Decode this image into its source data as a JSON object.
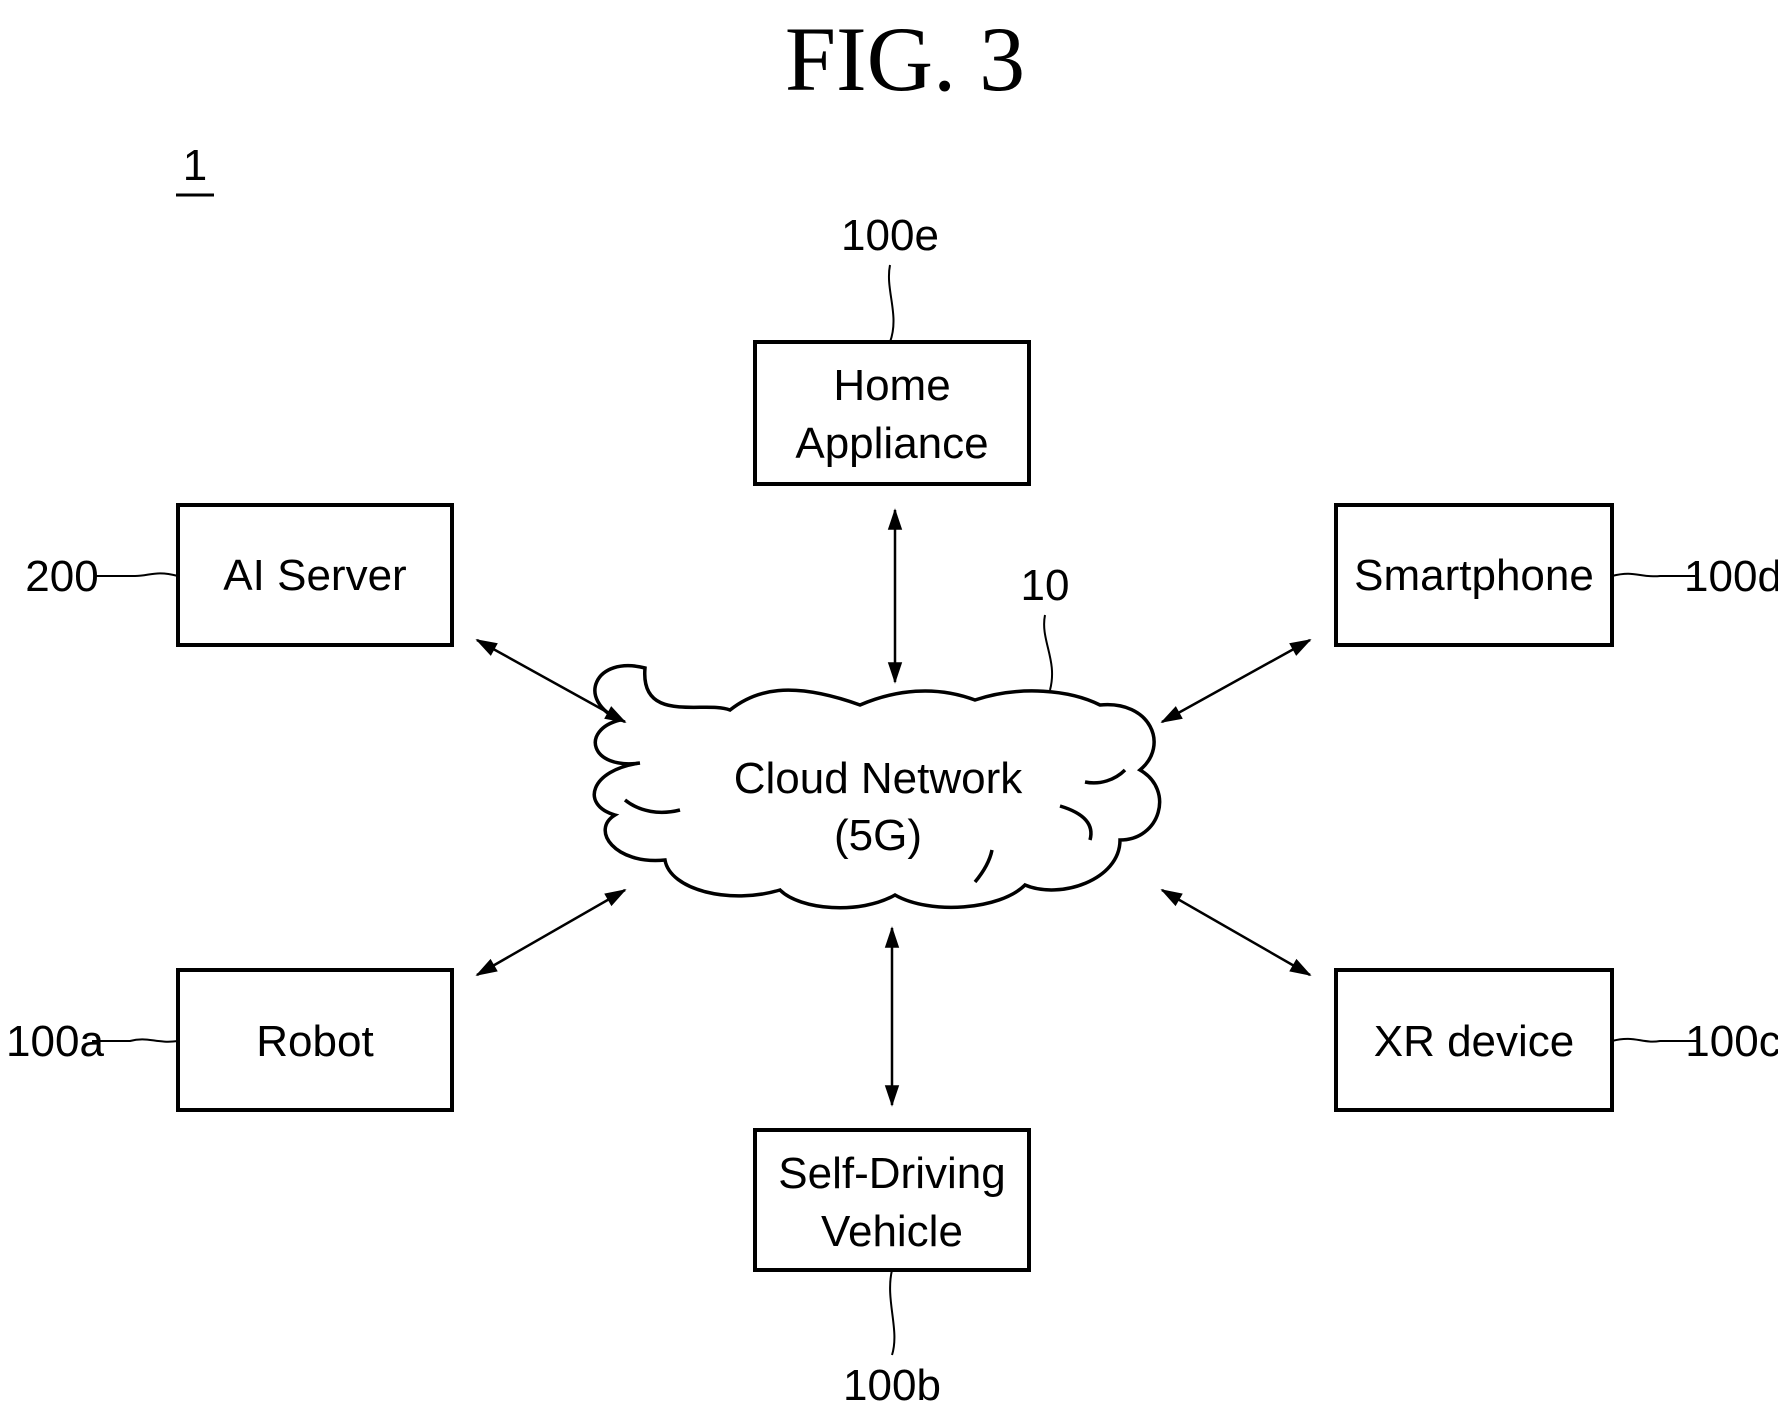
{
  "figure": {
    "title": "FIG. 3",
    "system_ref": "1"
  },
  "network": {
    "label_line1": "Cloud Network",
    "label_line2": "(5G)",
    "ref": "10"
  },
  "devices": {
    "home_appliance": {
      "line1": "Home",
      "line2": "Appliance",
      "ref": "100e"
    },
    "ai_server": {
      "label": "AI Server",
      "ref": "200"
    },
    "smartphone": {
      "label": "Smartphone",
      "ref": "100d"
    },
    "robot": {
      "label": "Robot",
      "ref": "100a"
    },
    "xr_device": {
      "label": "XR device",
      "ref": "100c"
    },
    "self_driving_vehicle": {
      "line1": "Self-Driving",
      "line2": "Vehicle",
      "ref": "100b"
    }
  }
}
